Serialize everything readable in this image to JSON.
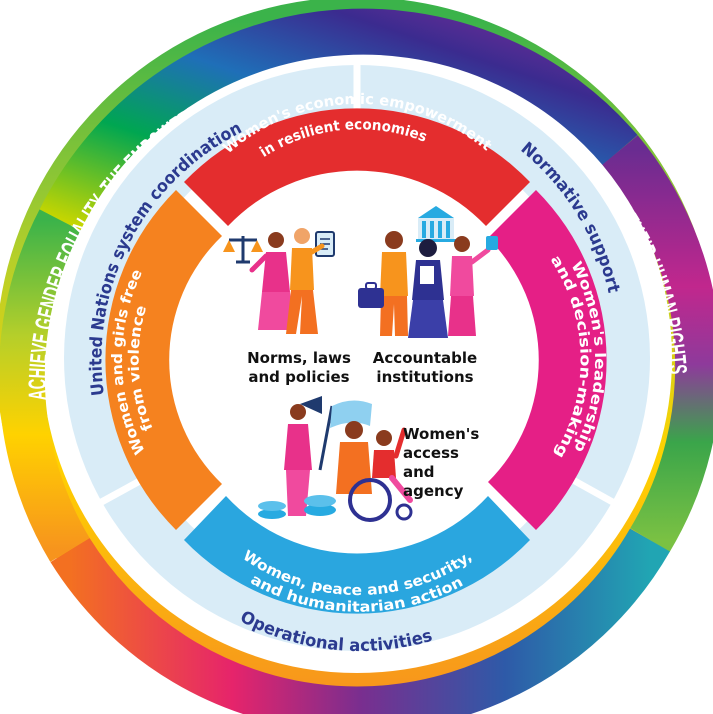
{
  "outer_ring": {
    "text": "ACHIEVE GENDER EQUALITY, THE EMPOWERMENT OF ALL WOMEN AND GIRLS, AND THE FULL ENJOYMENT OF THEIR HUMAN RIGHTS"
  },
  "middle_ring": {
    "left": "United Nations system coordination",
    "right": "Normative support",
    "bottom": "Operational activities"
  },
  "impact_areas": {
    "top": [
      "Women's economic empowerment",
      "in resilient economies"
    ],
    "right": [
      "Women's leadership",
      "and decision-making"
    ],
    "bottom": [
      "Women, peace and security,",
      "and humanitarian action"
    ],
    "left": [
      "Women and girls free",
      "from violence"
    ]
  },
  "center": {
    "norms": [
      "Norms, laws",
      "and policies"
    ],
    "institutions": [
      "Accountable",
      "institutions"
    ],
    "access": [
      "Women's",
      "access",
      "and",
      "agency"
    ]
  },
  "colors": {
    "outer_gradient": [
      "#e3262b",
      "#f47b20",
      "#f9b617",
      "#ffe000",
      "#8dc63f",
      "#00a651",
      "#27aae1",
      "#2e3192",
      "#8b2f97",
      "#e63888"
    ],
    "middle_ring": "#d9ecf7",
    "middle_text": "#2b3a8f",
    "seg_top": "#e42d2e",
    "seg_right": "#e51f86",
    "seg_bottom": "#2aa6df",
    "seg_left": "#f5821f"
  }
}
